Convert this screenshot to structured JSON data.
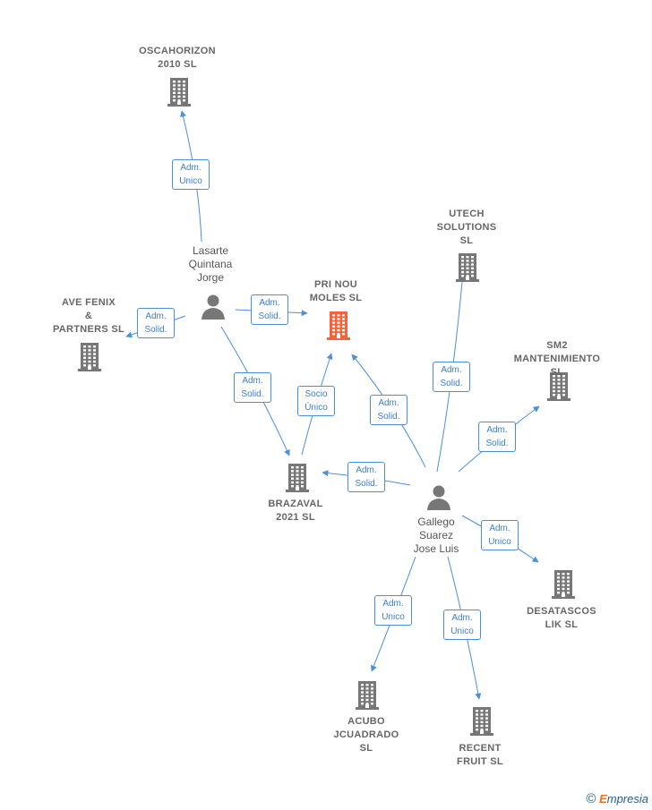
{
  "colors": {
    "edge": "#4a8fd9",
    "building": "#777777",
    "highlight": "#f0663a",
    "person": "#777777"
  },
  "nodes": [
    {
      "id": "pri",
      "type": "company",
      "highlight": true,
      "text": "PRI NOU\nMOLES  SL"
    },
    {
      "id": "oscar",
      "type": "company",
      "text": "OSCAHORIZON\n2010 SL"
    },
    {
      "id": "ave",
      "type": "company",
      "text": "AVE FENIX\n&\nPARTNERS  SL"
    },
    {
      "id": "utech",
      "type": "company",
      "text": "UTECH\nSOLUTIONS\nSL"
    },
    {
      "id": "sm2",
      "type": "company",
      "text": "SM2\nMANTENIMIENTO\nSL"
    },
    {
      "id": "braz",
      "type": "company",
      "text": "BRAZAVAL\n2021  SL"
    },
    {
      "id": "desa",
      "type": "company",
      "text": "DESATASCOS\nLIK  SL"
    },
    {
      "id": "acubo",
      "type": "company",
      "text": "ACUBO\nJCUADRADO\nSL"
    },
    {
      "id": "recent",
      "type": "company",
      "text": "RECENT\nFRUIT  SL"
    },
    {
      "id": "lasarte",
      "type": "person",
      "text": "Lasarte\nQuintana\nJorge"
    },
    {
      "id": "gallego",
      "type": "person",
      "text": "Gallego\nSuarez\nJose Luis"
    }
  ],
  "edges": [
    {
      "from": "lasarte",
      "to": "oscar",
      "text": "Adm.\nUnico"
    },
    {
      "from": "lasarte",
      "to": "ave",
      "text": "Adm.\nSolid."
    },
    {
      "from": "lasarte",
      "to": "pri",
      "text": "Adm.\nSolid."
    },
    {
      "from": "lasarte",
      "to": "braz",
      "text": "Adm.\nSolid."
    },
    {
      "from": "braz",
      "to": "pri",
      "text": "Socio\nÚnico"
    },
    {
      "from": "gallego",
      "to": "pri",
      "text": "Adm.\nSolid."
    },
    {
      "from": "gallego",
      "to": "utech",
      "text": "Adm.\nSolid."
    },
    {
      "from": "gallego",
      "to": "sm2",
      "text": "Adm.\nSolid."
    },
    {
      "from": "gallego",
      "to": "braz",
      "text": "Adm.\nSolid."
    },
    {
      "from": "gallego",
      "to": "desa",
      "text": "Adm.\nUnico"
    },
    {
      "from": "gallego",
      "to": "acubo",
      "text": "Adm.\nUnico"
    },
    {
      "from": "gallego",
      "to": "recent",
      "text": "Adm.\nUnico"
    }
  ],
  "brand": {
    "symbol": "©",
    "initial": "E",
    "rest": "mpresia"
  }
}
